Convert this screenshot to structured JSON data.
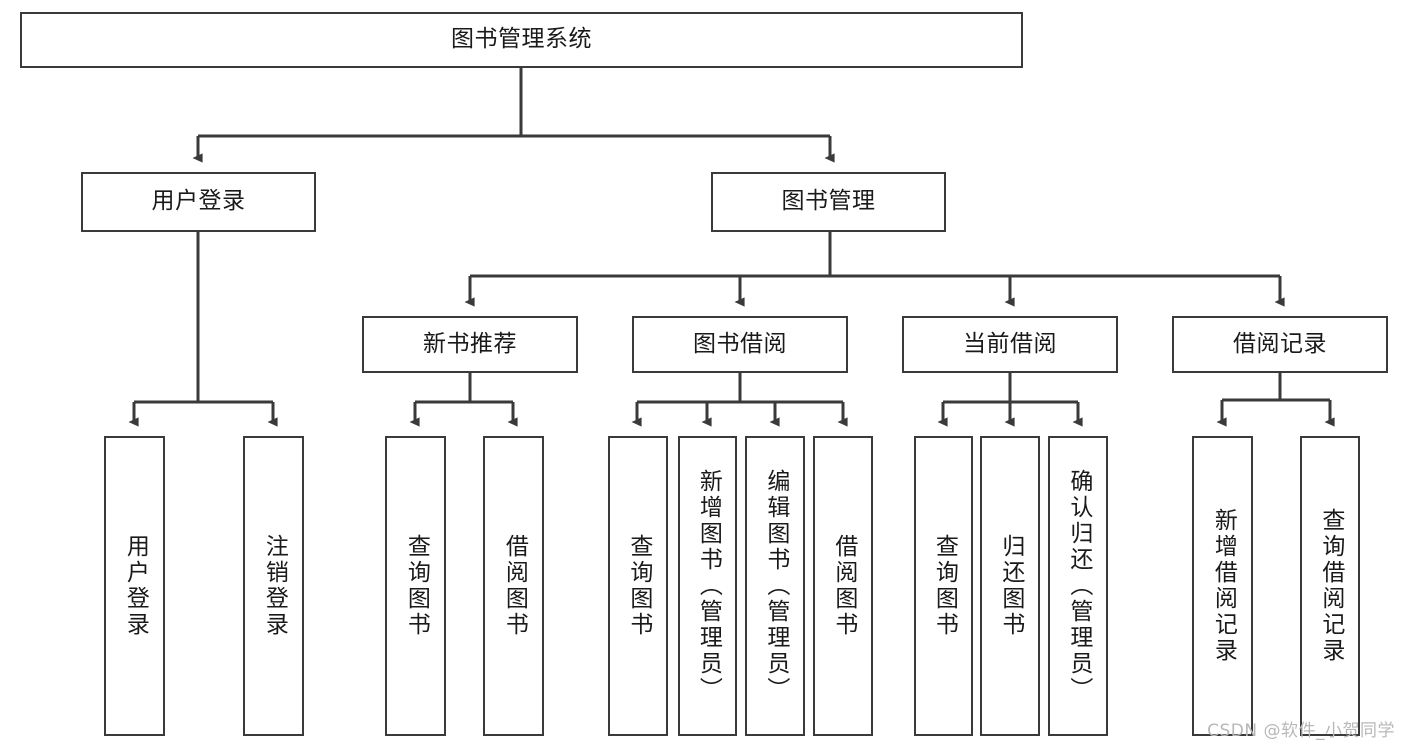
{
  "diagram": {
    "title": "图书管理系统",
    "type": "function-hierarchy-tree",
    "root": {
      "label": "图书管理系统"
    },
    "level1": [
      {
        "label": "用户登录"
      },
      {
        "label": "图书管理"
      }
    ],
    "level2": [
      {
        "label": "新书推荐"
      },
      {
        "label": "图书借阅"
      },
      {
        "label": "当前借阅"
      },
      {
        "label": "借阅记录"
      }
    ],
    "leaves": {
      "user_login": [
        {
          "label": "用户登录"
        },
        {
          "label": "注销登录"
        }
      ],
      "new_book_recommend": [
        {
          "label": "查询图书"
        },
        {
          "label": "借阅图书"
        }
      ],
      "book_borrow": [
        {
          "label": "查询图书"
        },
        {
          "label": "新增图书（管理员）"
        },
        {
          "label": "编辑图书（管理员）"
        },
        {
          "label": "借阅图书"
        }
      ],
      "current_borrow": [
        {
          "label": "查询图书"
        },
        {
          "label": "归还图书"
        },
        {
          "label": "确认归还（管理员）"
        }
      ],
      "borrow_record": [
        {
          "label": "新增借阅记录"
        },
        {
          "label": "查询借阅记录"
        }
      ]
    }
  },
  "watermark": {
    "text": "CSDN @软件_小贺同学"
  },
  "colors": {
    "stroke": "#3a3a3a",
    "background": "#ffffff",
    "text": "#1a1a1a",
    "watermark": "#b8b8b8"
  }
}
